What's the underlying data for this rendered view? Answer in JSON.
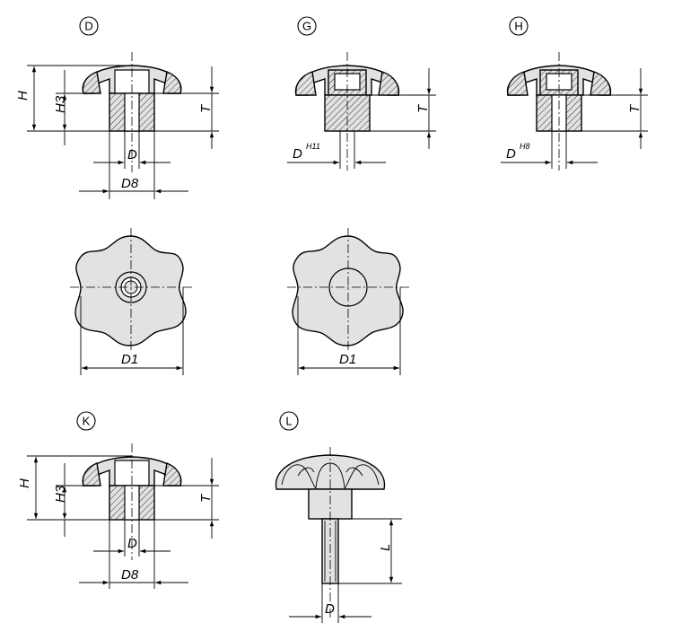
{
  "figure": {
    "variants": {
      "d": "D",
      "g": "G",
      "h": "H",
      "k": "K",
      "l": "L"
    },
    "dimensions": {
      "H": "H",
      "H3": "H3",
      "T": "T",
      "D": "D",
      "D8": "D8",
      "D1": "D1",
      "L": "L",
      "H11": "H11",
      "H8": "H8"
    }
  },
  "colors": {
    "fill": "#e2e2e2",
    "line": "#000000",
    "background": "#ffffff"
  }
}
